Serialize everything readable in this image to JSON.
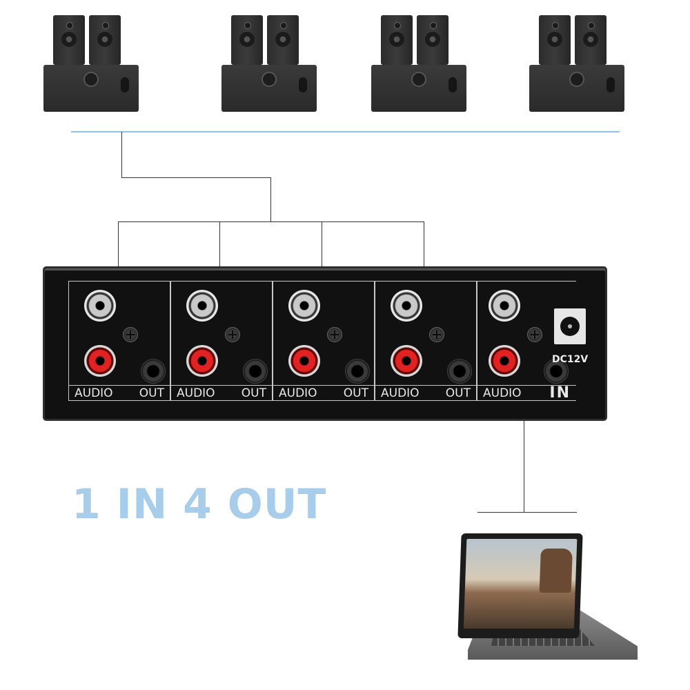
{
  "title": "1 IN 4 OUT",
  "outputs": [
    {
      "label_left": "AUDIO",
      "label_right": "OUT"
    },
    {
      "label_left": "AUDIO",
      "label_right": "OUT"
    },
    {
      "label_left": "AUDIO",
      "label_right": "OUT"
    },
    {
      "label_left": "AUDIO",
      "label_right": "OUT"
    }
  ],
  "input": {
    "label_left": "AUDIO",
    "label_right": "IN"
  },
  "power_label": "DC12V",
  "colors": {
    "title": "#a7cdea",
    "rca_red": "#e02222",
    "device": "#111111"
  },
  "icons": [
    "speaker-set-icon",
    "laptop-icon"
  ]
}
